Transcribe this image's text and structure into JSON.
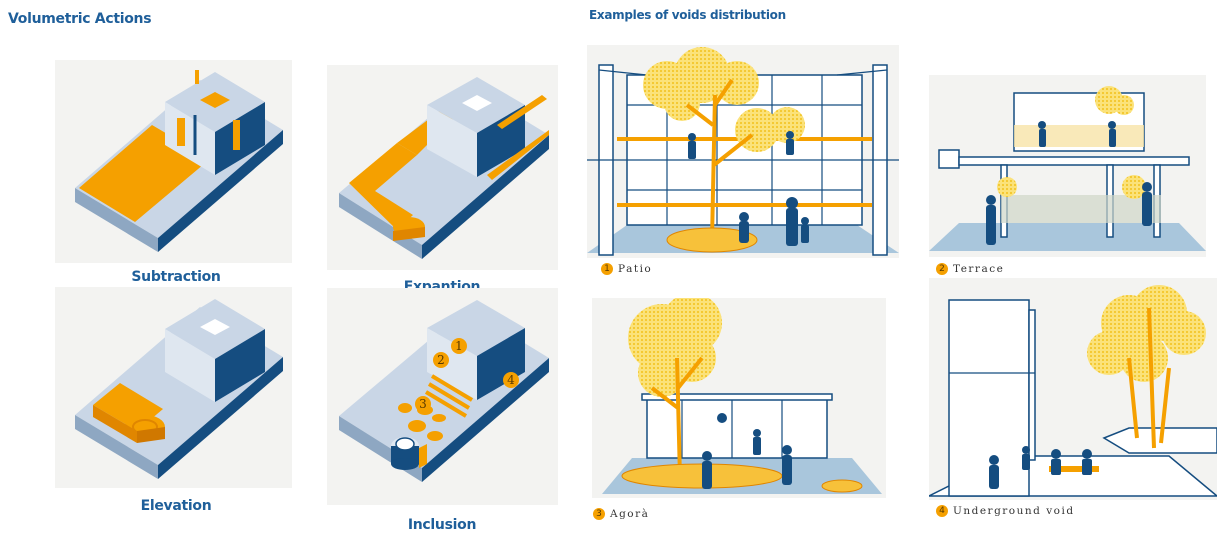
{
  "left": {
    "title": "Volumetric Actions",
    "captions": [
      "Subtraction",
      "Expantion",
      "Elevation",
      "Inclusion"
    ],
    "inclusion_markers": [
      "1",
      "2",
      "3",
      "4"
    ]
  },
  "right": {
    "title": "Examples of voids distribution",
    "scenes": [
      {
        "num": "1",
        "label": "Patio"
      },
      {
        "num": "2",
        "label": "Terrace"
      },
      {
        "num": "3",
        "label": "Agorà"
      },
      {
        "num": "4",
        "label": "Underground void"
      }
    ]
  },
  "colors": {
    "title_blue": "#1f5f9a",
    "dark_blue": "#154d80",
    "light_blue": "#c9d6e6",
    "orange": "#f5a000",
    "yellow": "#f7d54a",
    "ground": "#a9c6dc"
  }
}
